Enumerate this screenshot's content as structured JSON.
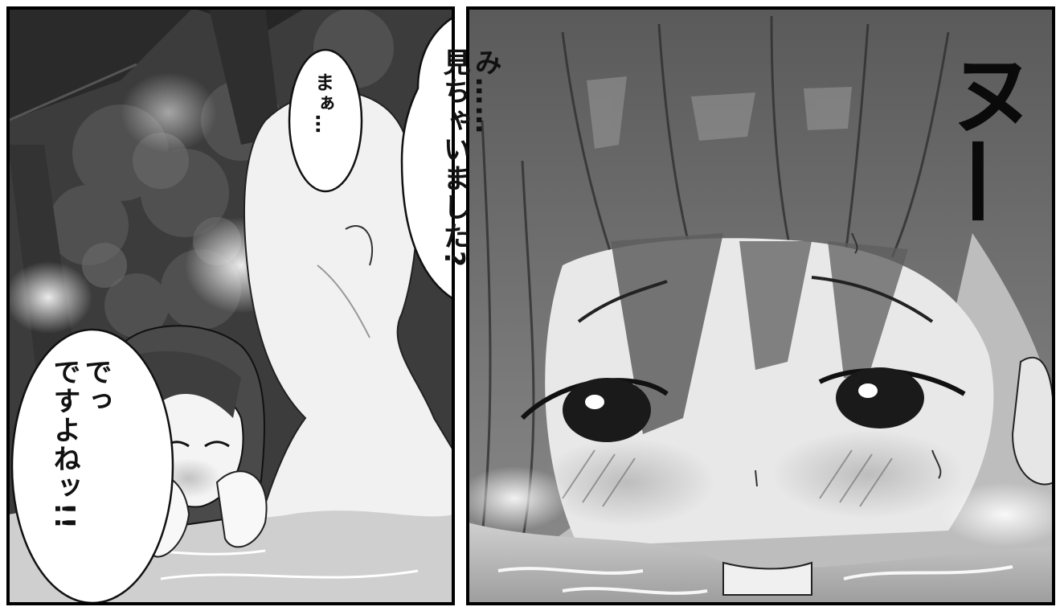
{
  "panels": [
    {
      "id": "left",
      "bubbles": [
        {
          "text": "まぁ…"
        },
        {
          "text": "み……\n見ちゃいました?"
        },
        {
          "text": "でっ\nですよねッ!!"
        }
      ]
    },
    {
      "id": "right",
      "sfx": "ヌ—"
    }
  ]
}
